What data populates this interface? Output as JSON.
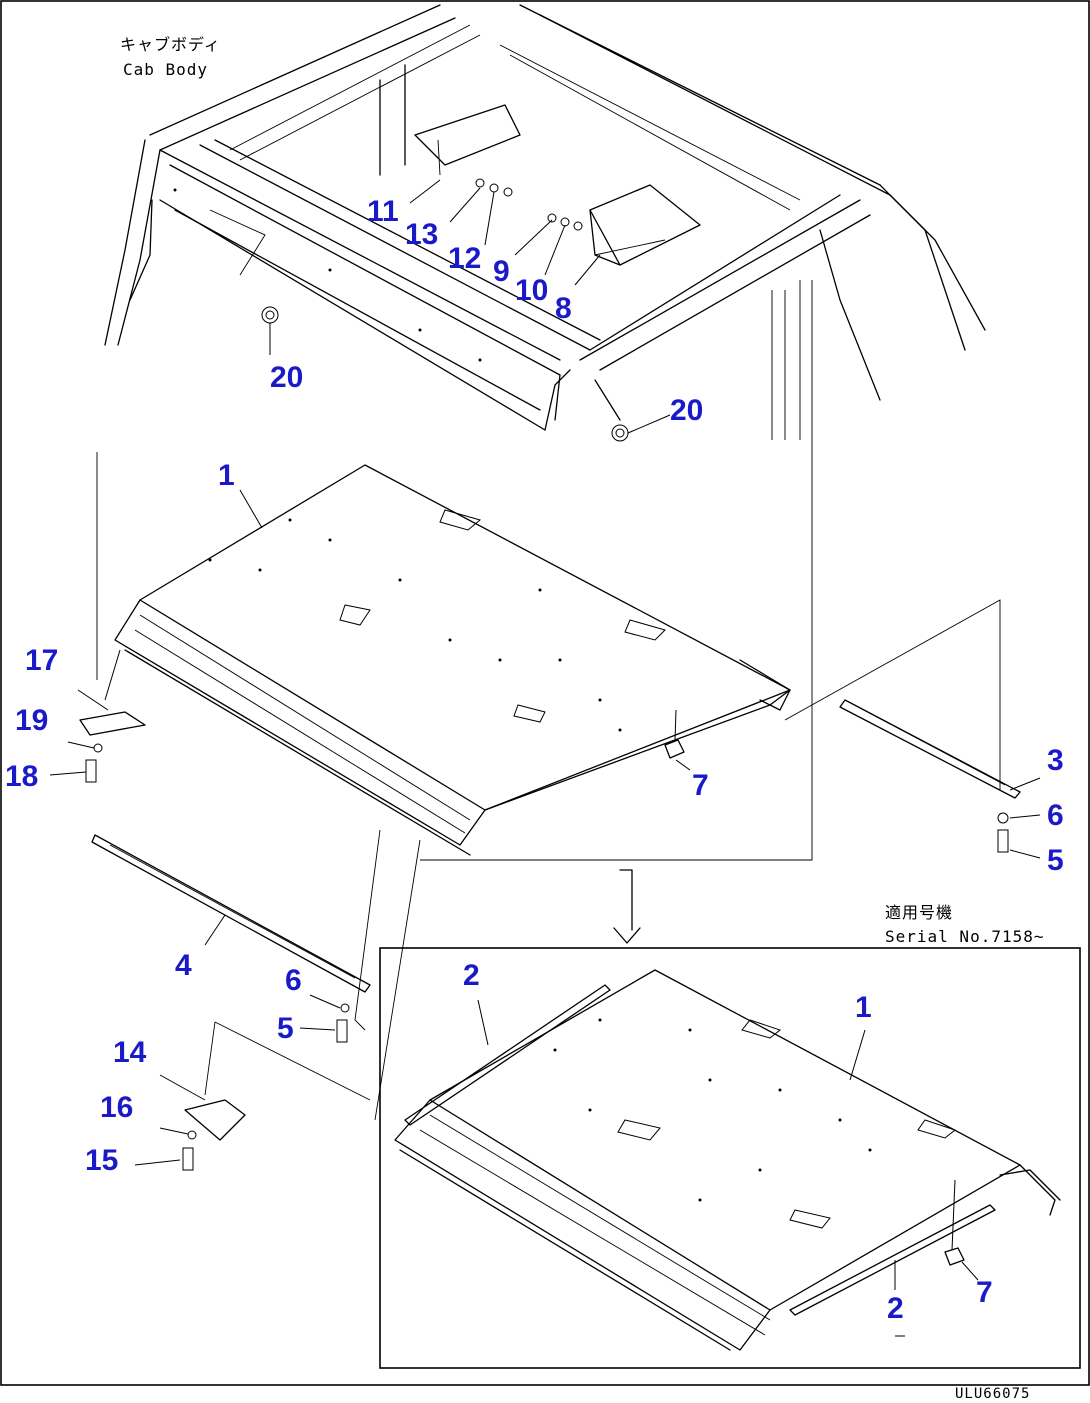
{
  "notes": {
    "cab_body_jp": "キャブボディ",
    "cab_body_en": "Cab Body",
    "serial_jp": "適用号機",
    "serial_en": "Serial No.7158~",
    "drawing_code": "ULU66075"
  },
  "callouts": {
    "c1_top": "1",
    "c1_bottom": "1",
    "c2_left": "2",
    "c2_right": "2",
    "c3": "3",
    "c4": "4",
    "c5_left": "5",
    "c5_right": "5",
    "c6_left": "6",
    "c6_right": "6",
    "c7_top": "7",
    "c7_bottom": "7",
    "c8": "8",
    "c9": "9",
    "c10": "10",
    "c11": "11",
    "c12": "12",
    "c13": "13",
    "c14": "14",
    "c15": "15",
    "c16": "16",
    "c17": "17",
    "c18": "18",
    "c19": "19",
    "c20_left": "20",
    "c20_right": "20"
  },
  "colors": {
    "callout": "#1a1ac8",
    "line": "#000000",
    "background": "#ffffff"
  }
}
